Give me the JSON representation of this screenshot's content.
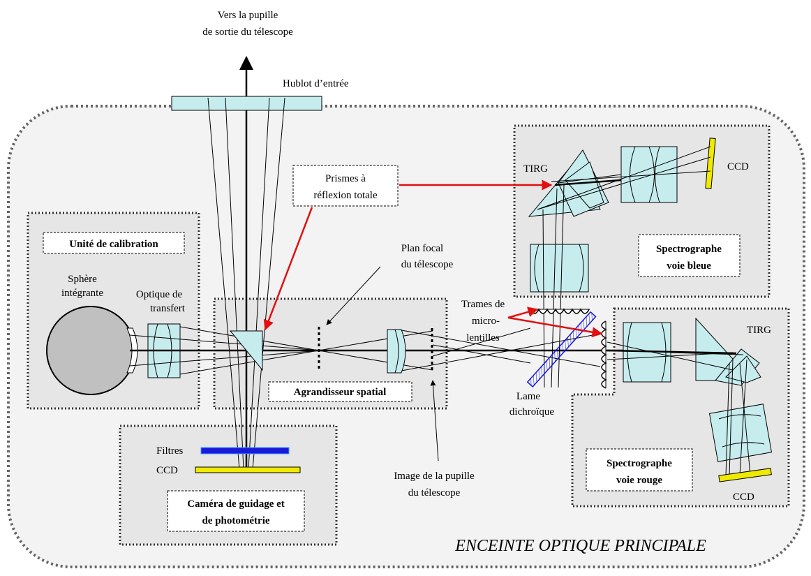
{
  "labels": {
    "telescope_pupil_l1": "Vers la pupille",
    "telescope_pupil_l2": "de sortie du télescope",
    "entrance_window": "Hublot d’entrée",
    "prisms_l1": "Prismes à",
    "prisms_l2": "réflexion totale",
    "tirg_blue": "TIRG",
    "ccd_blue": "CCD",
    "calibration_unit": "Unité de calibration",
    "sphere_l1": "Sphère",
    "sphere_l2": "intégrante",
    "transfer_l1": "Optique de",
    "transfer_l2": "transfert",
    "focal_plane_l1": "Plan focal",
    "focal_plane_l2": "du télescope",
    "spectro_blue_l1": "Spectrographe",
    "spectro_blue_l2": "voie bleue",
    "microlens_l1": "Trames de",
    "microlens_l2": "micro-",
    "microlens_l3": "lentilles",
    "tirg_red": "TIRG",
    "spatial_enlarger": "Agrandisseur spatial",
    "dichroic_l1": "Lame",
    "dichroic_l2": "dichroïque",
    "filters": "Filtres",
    "ccd_guide": "CCD",
    "pupil_image_l1": "Image de la pupille",
    "pupil_image_l2": "du télescope",
    "spectro_red_l1": "Spectrographe",
    "spectro_red_l2": "voie rouge",
    "guide_cam_l1": "Caméra de guidage et",
    "guide_cam_l2": "de  photométrie",
    "ccd_red": "CCD",
    "enclosure": "ENCEINTE OPTIQUE PRINCIPALE"
  },
  "colors": {
    "optic_fill": "#c6ecee",
    "zone_fill": "#e6e6e6",
    "enclosure_fill": "#f3f3f3",
    "arrow_red": "#e01010",
    "filter_blue": "#1a1adc",
    "ccd_yellow": "#f0ea00",
    "sphere_gray": "#c0c0c0"
  }
}
